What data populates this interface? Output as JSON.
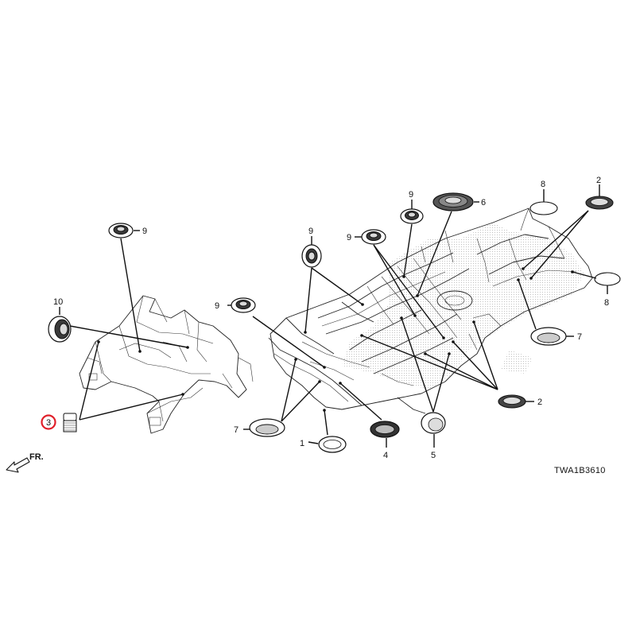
{
  "diagram_code": "TWA1B3610",
  "front_indicator": "FR.",
  "highlight_color": "#e0202a",
  "highlighted_callout": "3",
  "callouts": {
    "c1": "1",
    "c2a": "2",
    "c2b": "2",
    "c3": "3",
    "c4": "4",
    "c5": "5",
    "c6": "6",
    "c7a": "7",
    "c7b": "7",
    "c8a": "8",
    "c8b": "8",
    "c9a": "9",
    "c9b": "9",
    "c9c": "9",
    "c9d": "9",
    "c9e": "9",
    "c10": "10"
  }
}
